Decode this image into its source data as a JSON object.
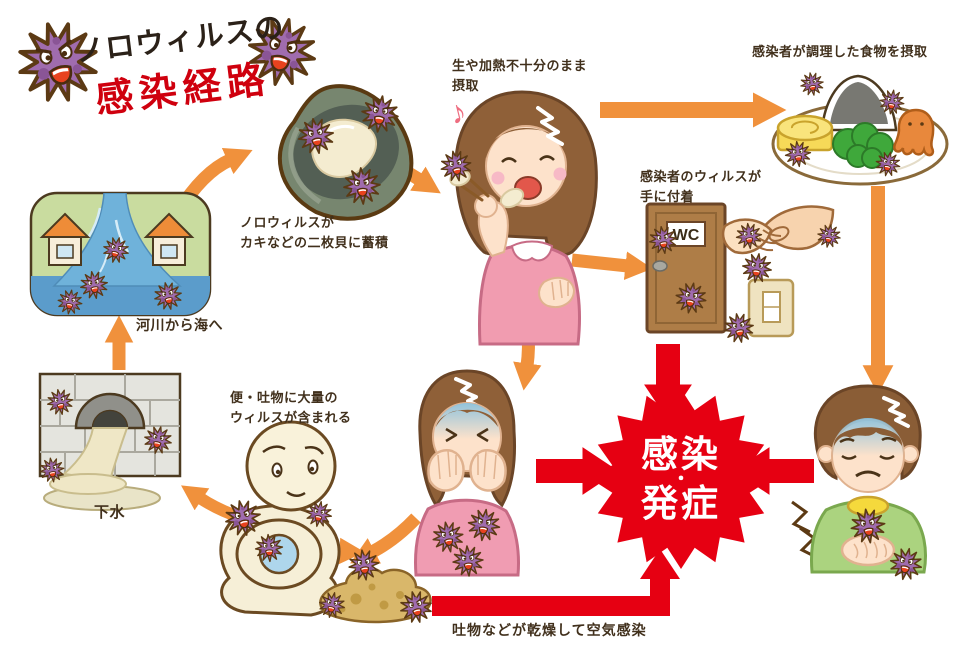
{
  "title": {
    "line1": "ノロウィルスの",
    "line2": "感染経路"
  },
  "labels": {
    "raw_intake": "生や加熱不十分のまま\n摂取",
    "cooked_food": "感染者が調理した食物を摂取",
    "oyster_accumulate": "ノロウィルスが\nカキなどの二枚貝に蓄積",
    "virus_on_hands": "感染者のウィルスが\n手に付着",
    "river_to_sea": "河川から海へ",
    "feces_vomit": "便・吐物に大量の\nウィルスが含まれる",
    "sewage": "下水",
    "airborne": "吐物などが乾燥して空気感染",
    "wc_sign": "WC"
  },
  "center": {
    "line1": "感染",
    "dot": "・",
    "line2": "発症"
  },
  "icons": {
    "music_note": "♪"
  },
  "colors": {
    "arrow_orange": "#f0913c",
    "arrow_red": "#e60012",
    "title_red": "#cf000e",
    "virus_purple": "#a06cae",
    "text_brown": "#41301c"
  }
}
